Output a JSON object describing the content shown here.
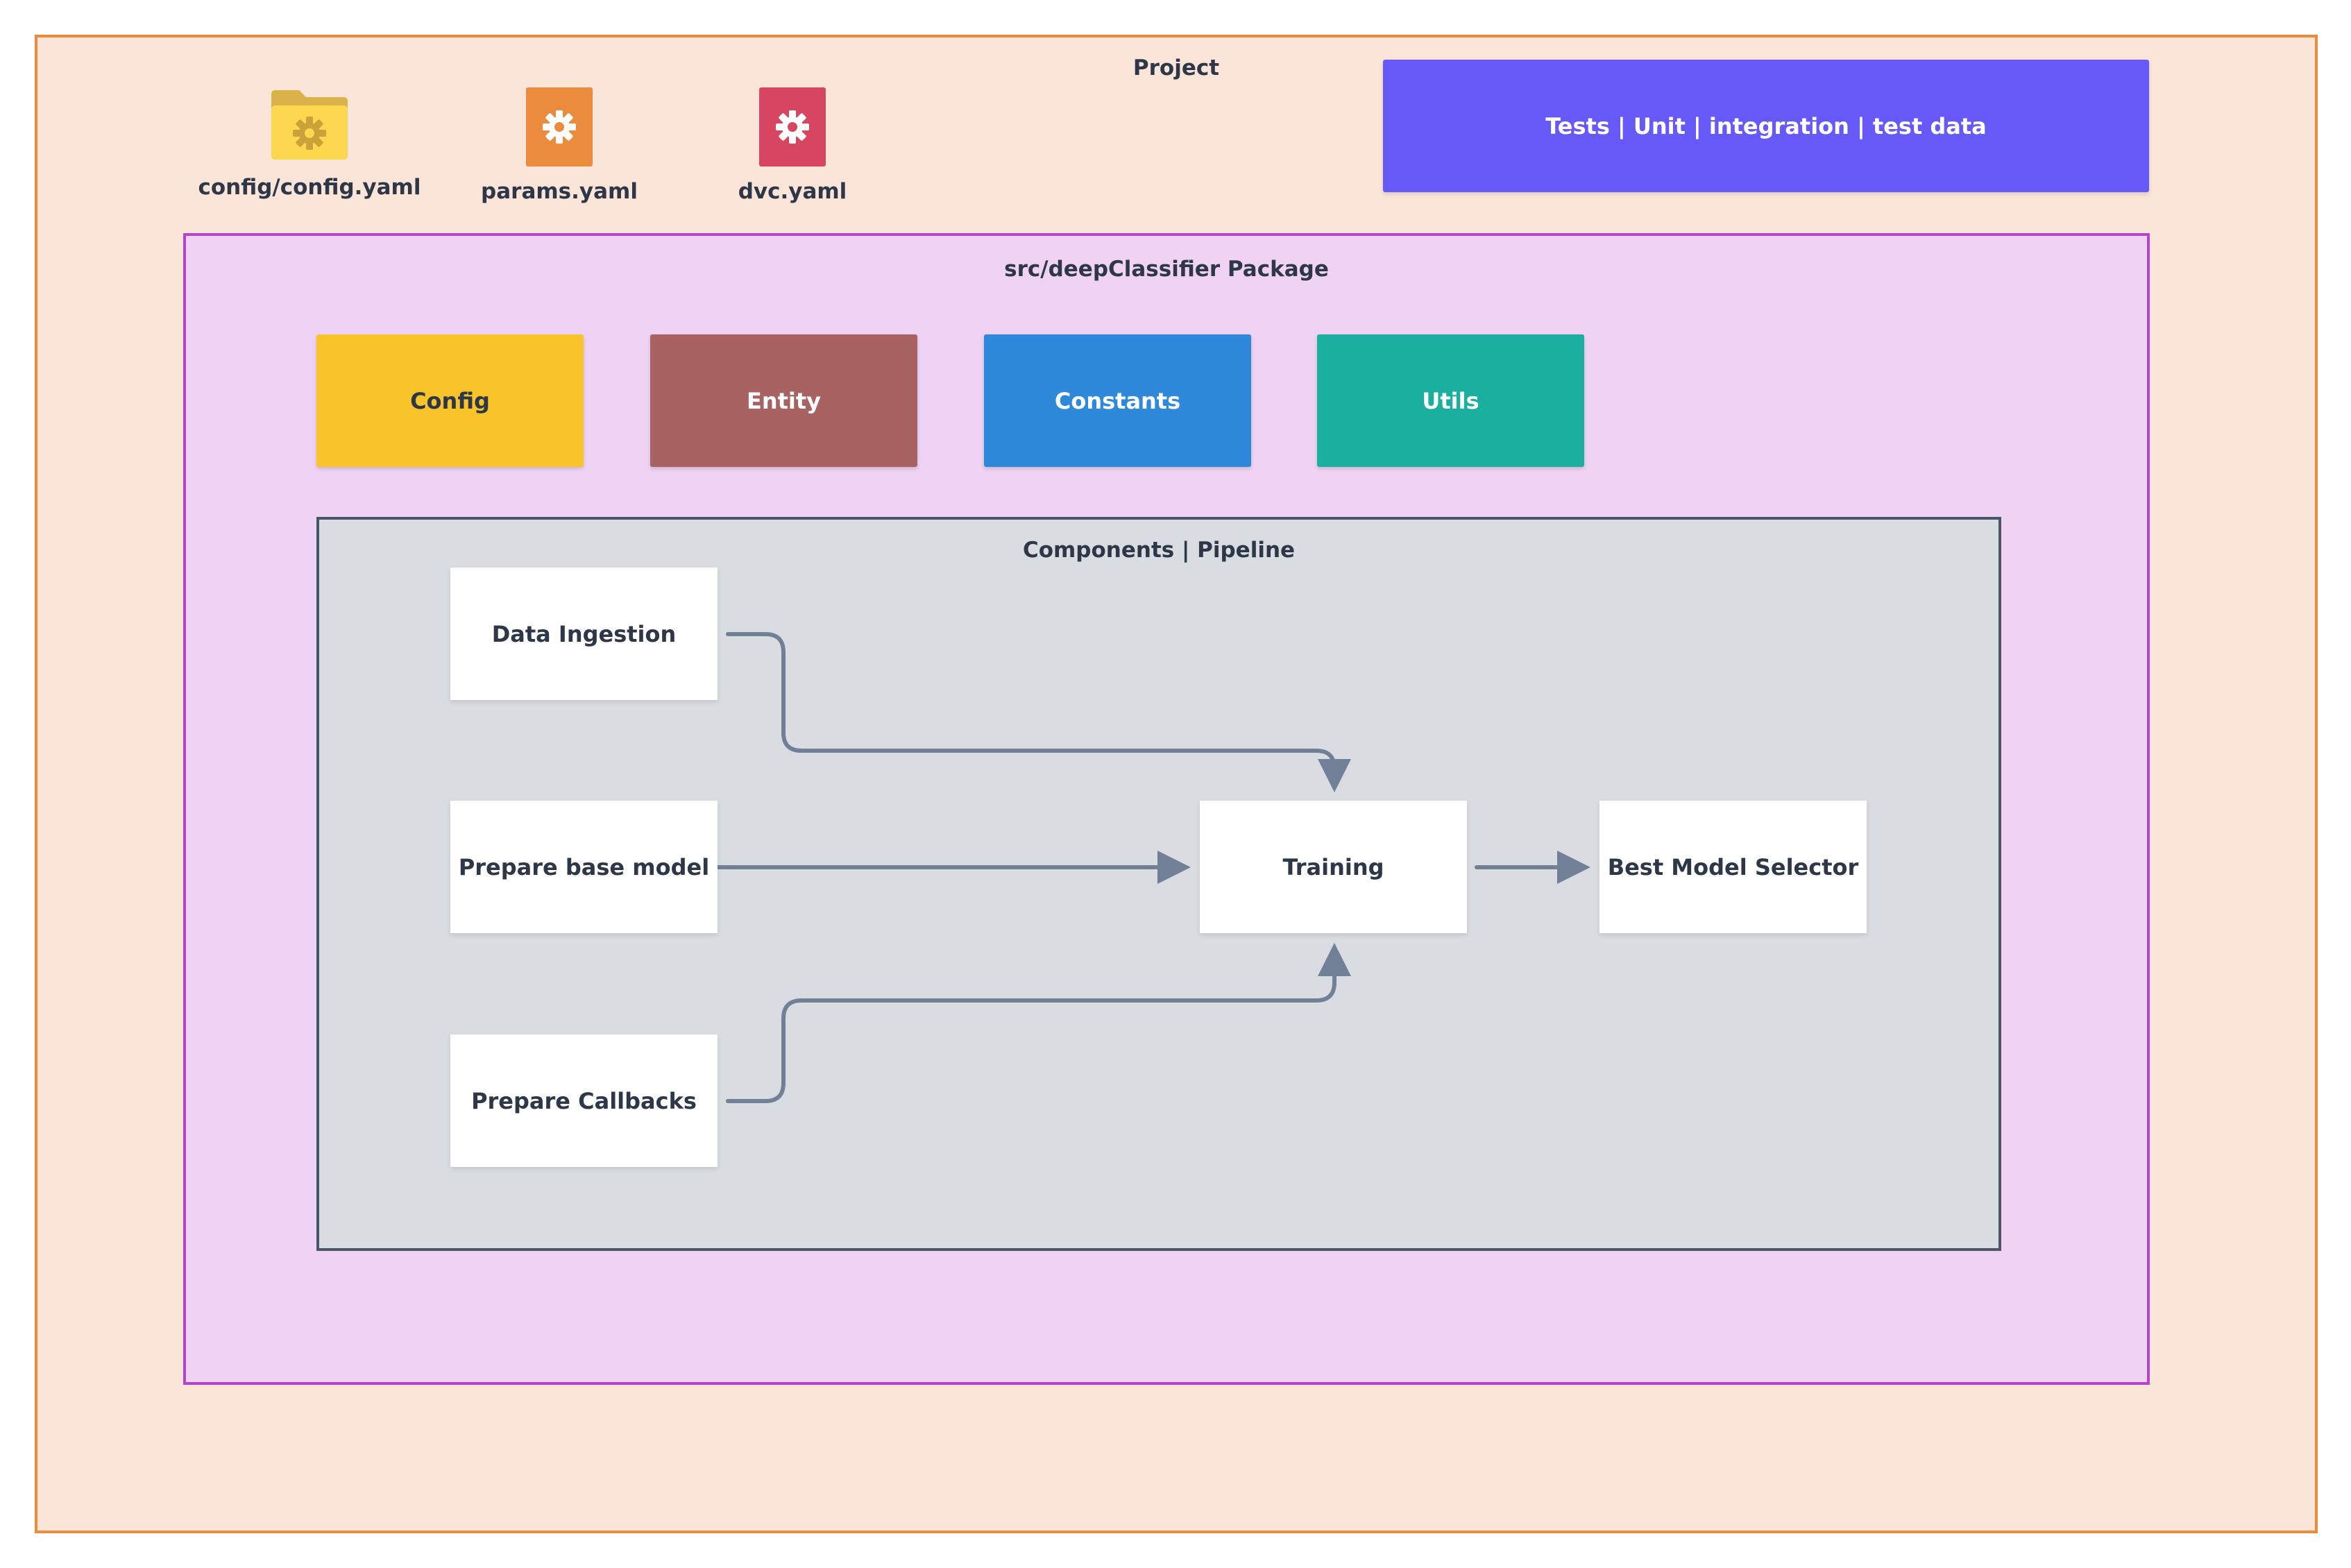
{
  "project": {
    "title": "Project"
  },
  "files": [
    {
      "label": "config/config.yaml",
      "icon": "folder-gear-icon"
    },
    {
      "label": "params.yaml",
      "icon": "file-gear-icon"
    },
    {
      "label": "dvc.yaml",
      "icon": "file-gear-icon"
    }
  ],
  "tests": {
    "label": "Tests | Unit | integration | test data"
  },
  "package": {
    "title": "src/deepClassifier Package",
    "tiles": [
      {
        "label": "Config",
        "color": "#f8c42a"
      },
      {
        "label": "Entity",
        "color": "#a96262"
      },
      {
        "label": "Constants",
        "color": "#2e89da"
      },
      {
        "label": "Utils",
        "color": "#1aaf9f"
      }
    ]
  },
  "pipeline": {
    "title": "Components | Pipeline",
    "nodes": {
      "data_ingestion": "Data Ingestion",
      "prepare_base_model": "Prepare base model",
      "prepare_callbacks": "Prepare Callbacks",
      "training": "Training",
      "best_model_selector": "Best Model Selector"
    },
    "edges": [
      {
        "from": "data_ingestion",
        "to": "training"
      },
      {
        "from": "prepare_base_model",
        "to": "training"
      },
      {
        "from": "prepare_callbacks",
        "to": "training"
      },
      {
        "from": "training",
        "to": "best_model_selector"
      }
    ]
  },
  "colors": {
    "project_bg": "#fbe5d8",
    "project_border": "#ea8b3e",
    "package_bg": "#f0d3f4",
    "package_border": "#b644c8",
    "pipeline_bg": "#d9dce0",
    "pipeline_border": "#4a5568",
    "tests_bg": "#6659f8",
    "edge": "#718096"
  }
}
